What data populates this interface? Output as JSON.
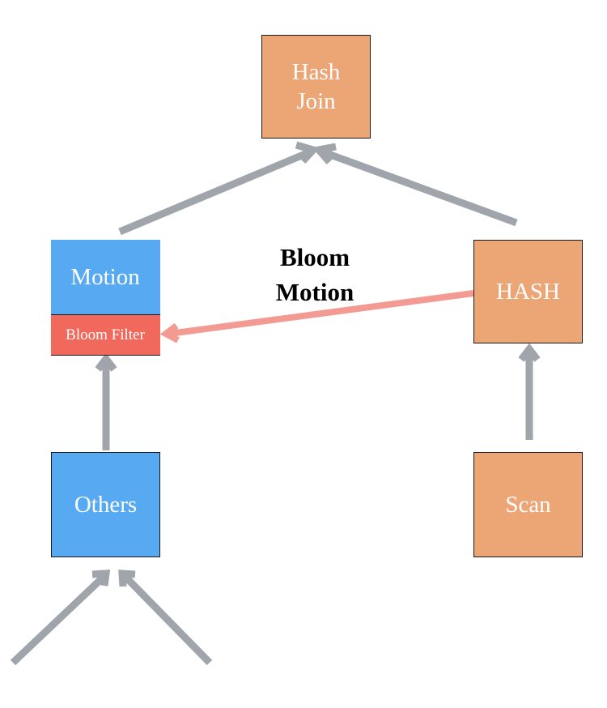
{
  "nodes": {
    "hash_join": {
      "line1": "Hash",
      "line2": "Join"
    },
    "motion": "Motion",
    "bloom_filter": "Bloom Filter",
    "hash": "HASH",
    "others": "Others",
    "scan": "Scan"
  },
  "edge_labels": {
    "bloom_motion_line1": "Bloom",
    "bloom_motion_line2": "Motion"
  },
  "colors": {
    "orange_node": "#eca574",
    "blue_node": "#57a9f2",
    "red_node": "#f0695c",
    "gray_arrow": "#a0a5ab",
    "pink_arrow": "#f39b93"
  }
}
